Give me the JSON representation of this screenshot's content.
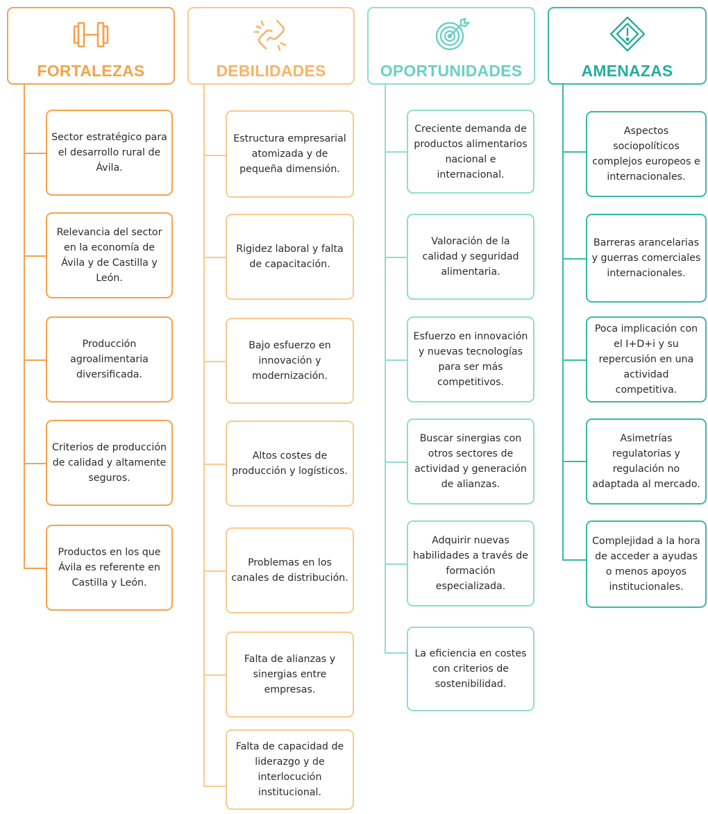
{
  "colors": {
    "fortalezas": "#f5a24a",
    "debilidades": "#fbc98c",
    "oportunidades": "#8fdcd3",
    "amenazas": "#36b9a8",
    "text": "#2a2a2a"
  },
  "columns": [
    {
      "title": "FORTALEZAS",
      "icon": "dumbbell-icon",
      "items": [
        "Sector estratégico para el desarrollo rural de Ávila.",
        "Relevancia del sector en la economía de Ávila y de Castilla y León.",
        "Producción agroalimentaria diversificada.",
        "Criterios de producción de calidad y altamente seguros.",
        "Productos en los que Ávila es referente en Castilla y León."
      ]
    },
    {
      "title": "DEBILIDADES",
      "icon": "broken-chain-icon",
      "items": [
        "Estructura empresarial atomizada y de pequeña dimensión.",
        "Rigidez laboral y falta de capacitación.",
        "Bajo esfuerzo en innovación y modernización.",
        "Altos costes de producción y logísticos.",
        "Problemas en los canales de distribución.",
        "Falta de alianzas y sinergias entre empresas.",
        "Falta de capacidad de liderazgo y de interlocución institucional."
      ]
    },
    {
      "title": "OPORTUNIDADES",
      "icon": "target-icon",
      "items": [
        "Creciente demanda de productos alimentarios nacional e internacional.",
        "Valoración de la calidad y seguridad alimentaria.",
        "Esfuerzo en innovación y nuevas tecnologías para ser más competitivos.",
        "Buscar sinergias con otros sectores de actividad y generación de alianzas.",
        "Adquirir nuevas habilidades a través de formación especializada.",
        "La eficiencia en costes con criterios de sostenibilidad."
      ]
    },
    {
      "title": "AMENAZAS",
      "icon": "warning-diamond-icon",
      "items": [
        "Aspectos sociopolíticos complejos europeos e internacionales.",
        "Barreras arancelarias y guerras comerciales internacionales.",
        "Poca implicación con el I+D+i y su repercusión en una actividad competitiva.",
        "Asimetrías regulatorias y regulación no adaptada al mercado.",
        "Complejidad a la hora de acceder a ayudas o menos apoyos institucionales."
      ]
    }
  ]
}
